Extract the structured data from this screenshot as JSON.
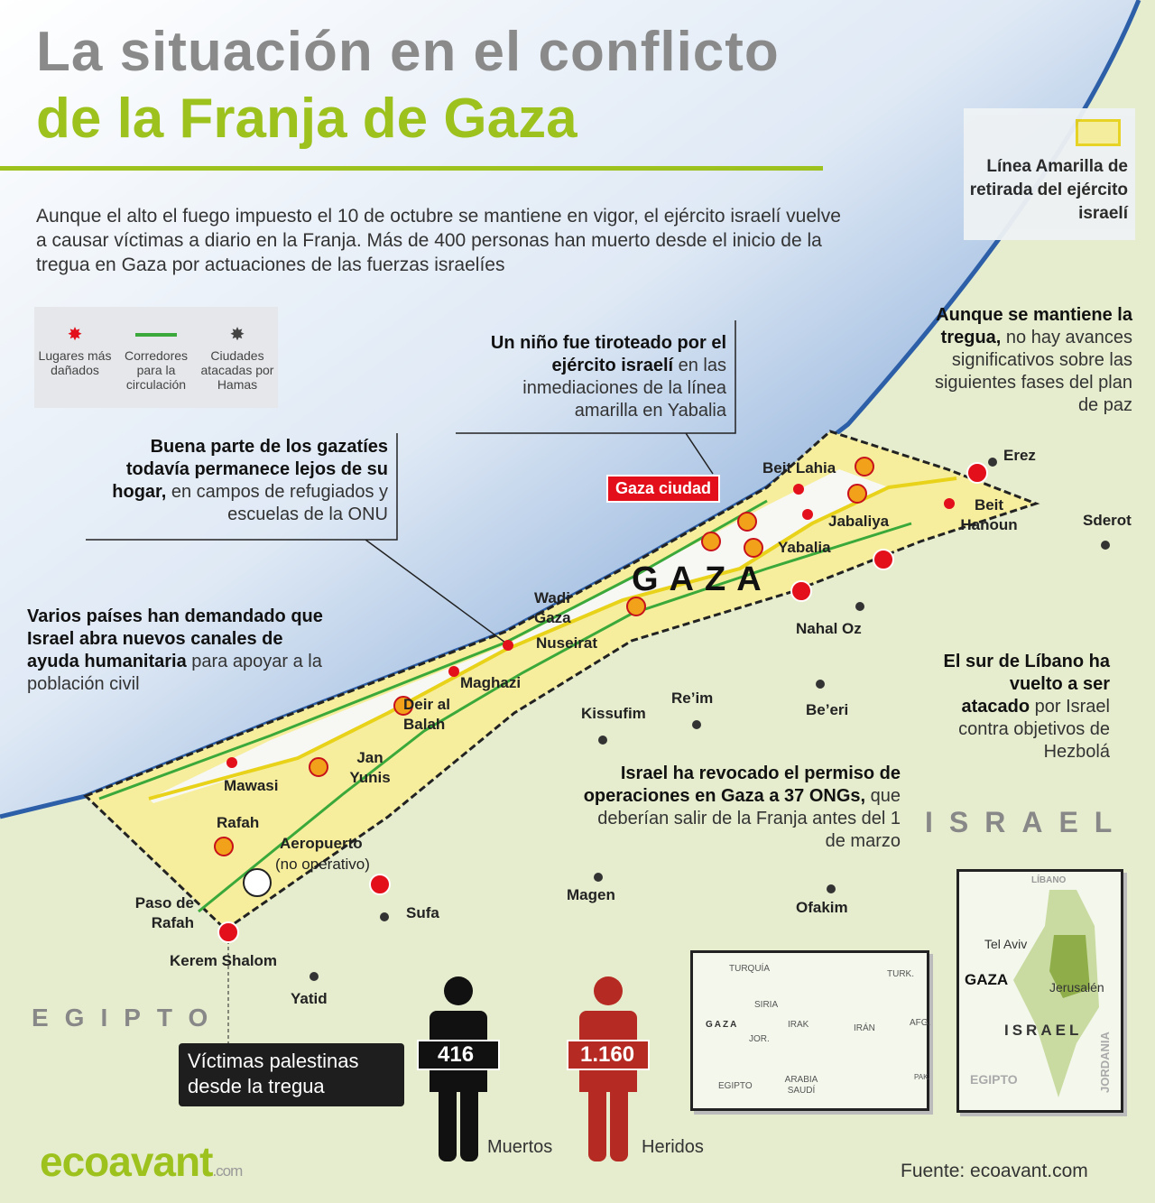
{
  "title": {
    "line1": "La situación en el conflicto",
    "line2": "de la Franja de Gaza"
  },
  "intro": "Aunque el alto el fuego impuesto el 10 de octubre se mantiene en vigor, el ejército israelí vuelve a causar víctimas a diario en la Franja. Más de 400 personas han muerto desde el inicio de la tregua en Gaza por actuaciones de las fuerzas israelíes",
  "colors": {
    "accent": "#9dc21e",
    "strip": "#f6ee9c",
    "yellow_line": "#e8d21a",
    "corridor": "#3aa83a",
    "damaged": "#e3101b",
    "sea": "#4f86c6",
    "land": "#e6edce"
  },
  "legend": [
    {
      "icon": "red-star-icon",
      "label": "Lugares más dañados"
    },
    {
      "icon": "green-line-icon",
      "label": "Corredores para la circulación"
    },
    {
      "icon": "gray-star-icon",
      "label": "Ciudades atacadas por Hamas"
    }
  ],
  "yellow_line_legend": "Línea Amarilla de retirada del ejército israelí",
  "annotations": [
    {
      "bold": "Un niño fue tiroteado por el ejército israelí",
      "rest": " en las inmediaciones de la línea amarilla en Yabalia"
    },
    {
      "bold": "Buena parte de los gazatíes todavía permanece lejos de su hogar,",
      "rest": " en campos de refugiados y escuelas de la ONU"
    },
    {
      "bold": "Varios países han demandado que Israel abra nuevos canales de ayuda humanitaria",
      "rest": " para apoyar a la población civil"
    },
    {
      "bold": "Aunque se mantiene la tregua,",
      "rest": " no hay avances significativos sobre las siguientes fases del plan de paz"
    },
    {
      "bold": "El sur de Líbano ha vuelto a ser atacado",
      "rest": " por Israel contra objetivos de Hezbolá"
    },
    {
      "bold": "Israel ha revocado el permiso de operaciones en Gaza a 37 ONGs,",
      "rest": " que deberían salir de la Franja antes del 1 de marzo"
    }
  ],
  "places": [
    "Beit Lahia",
    "Jabaliya",
    "Yabalia",
    "Wadi Gaza",
    "Nuseirat",
    "Maghazi",
    "Deir al Balah",
    "Jan Yunis",
    "Mawasi",
    "Rafah",
    "Aeropuerto",
    "(no operativo)",
    "Paso de Rafah",
    "Kerem Shalom",
    "Yatid",
    "Sufa",
    "Magen",
    "Ofakim",
    "Kissufim",
    "Re’im",
    "Be’eri",
    "Nahal Oz",
    "Erez",
    "Beit Hanoun",
    "Sderot"
  ],
  "gaza_city_label": "Gaza ciudad",
  "gaza_big": "GAZA",
  "countries": {
    "israel": "ISRAEL",
    "egypt": "EGIPTO"
  },
  "victims": {
    "title": "Víctimas palestinas desde la tregua",
    "dead": "416",
    "dead_label": "Muertos",
    "injured": "1.160",
    "injured_label": "Heridos"
  },
  "inset_region": [
    "TURQUÍA",
    "TURK.",
    "SIRIA",
    "GAZA",
    "IRAK",
    "IRÁN",
    "AFG.",
    "JOR.",
    "EGIPTO",
    "ARABIA SAUDÍ",
    "PAK."
  ],
  "inset_israel": [
    "LÍBANO",
    "Tel Aviv",
    "GAZA",
    "Jerusalén",
    "ISRAEL",
    "EGIPTO",
    "JORDANIA"
  ],
  "logo": {
    "name": "ecoavant",
    "suffix": ".com"
  },
  "source": "Fuente: ecoavant.com"
}
